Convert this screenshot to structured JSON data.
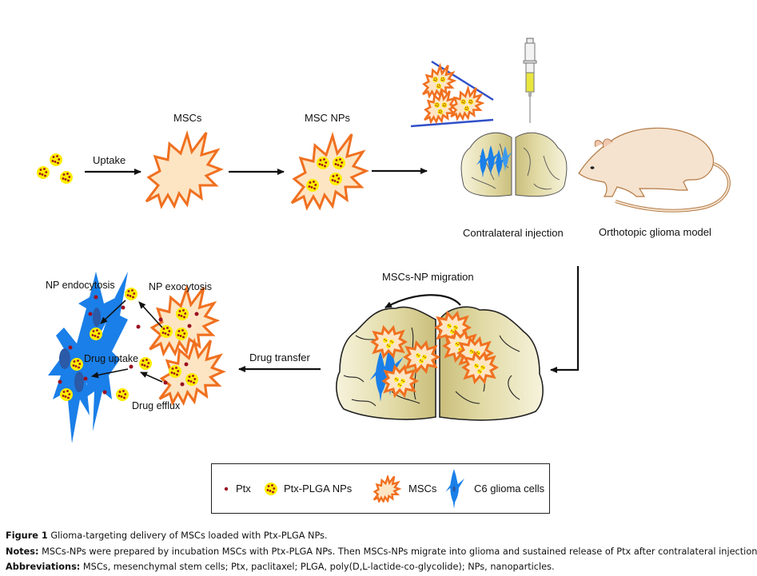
{
  "figure": {
    "labels": {
      "uptake": "Uptake",
      "mscs": "MSCs",
      "msc_nps": "MSC NPs",
      "contralateral_injection": "Contralateral injection",
      "orthotopic_glioma_model": "Orthotopic glioma model",
      "mscs_np_migration": "MSCs-NP migration",
      "drug_transfer": "Drug transfer",
      "np_endocytosis": "NP endocytosis",
      "np_exocytosis": "NP exocytosis",
      "drug_uptake": "Drug uptake",
      "drug_efflux": "Drug efflux"
    },
    "colors": {
      "msc_outline": "#f07020",
      "msc_fill": "#fde5c4",
      "np_fill": "#ffee00",
      "ptx_dot": "#9b1020",
      "glioma": "#1a7fe8",
      "glioma_nucleus": "#2a5aa8",
      "brain_fill": "#e3dcaa",
      "brain_shade": "#c8bd7a",
      "rat_fill": "#f5e3cf",
      "rat_outline": "#b47a45",
      "plate_line": "#3050c8",
      "arrow": "#111111"
    }
  },
  "legend": {
    "items": [
      {
        "icon": "ptx-dot-icon",
        "label": "Ptx"
      },
      {
        "icon": "ptx-plga-np-icon",
        "label": "Ptx-PLGA NPs"
      },
      {
        "icon": "msc-cell-icon",
        "label": "MSCs"
      },
      {
        "icon": "glioma-cell-icon",
        "label": "C6 glioma cells"
      }
    ]
  },
  "caption": {
    "figure_label": "Figure 1",
    "figure_text": "Glioma-targeting delivery of MSCs loaded with Ptx-PLGA NPs.",
    "notes_label": "Notes:",
    "notes_text": "MSCs-NPs were prepared by incubation MSCs with Ptx-PLGA NPs. Then MSCs-NPs migrate into glioma and sustained release of Ptx after contralateral injection.",
    "abbrev_label": "Abbreviations:",
    "abbrev_text": "MSCs, mesenchymal stem cells; Ptx, paclitaxel; PLGA, poly(D,L-lactide-co-glycolide); NPs, nanoparticles."
  }
}
